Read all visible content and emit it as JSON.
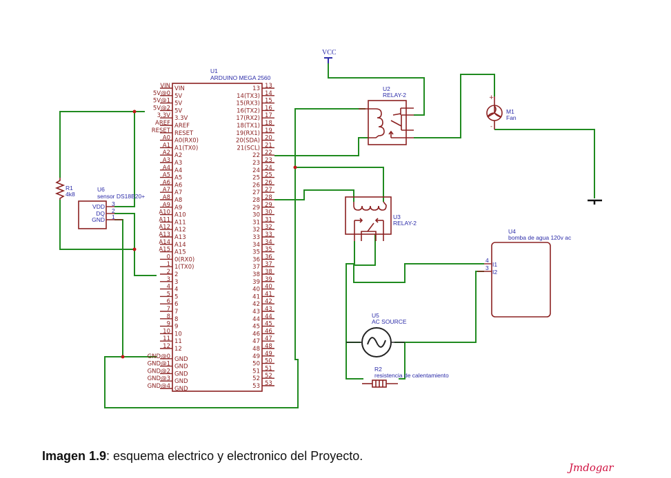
{
  "figure": {
    "caption_label": "Imagen 1.9",
    "caption_text": ": esquema electrico y electronico del Proyecto.",
    "signature": "Jmdogar"
  },
  "colors": {
    "wire": "#1f8a1f",
    "component": "#8b2020",
    "reference_text": "#2b2ba8",
    "junction": "#c01818"
  },
  "power": {
    "vcc_label": "VCC"
  },
  "u1": {
    "ref": "U1",
    "name": "ARDUINO MEGA 2560",
    "left_pins": [
      {
        "num": "VIN",
        "label": "VIN"
      },
      {
        "num": "5V@0",
        "label": "5V"
      },
      {
        "num": "5V@1",
        "label": "5V"
      },
      {
        "num": "5V@2",
        "label": "5V"
      },
      {
        "num": "3.3V",
        "label": "3.3V"
      },
      {
        "num": "AREF",
        "label": "AREF"
      },
      {
        "num": "RESET",
        "label": "RESET"
      },
      {
        "num": "A0",
        "label": "A0(RX0)"
      },
      {
        "num": "A1",
        "label": "A1(TX0)"
      },
      {
        "num": "A2",
        "label": "A2"
      },
      {
        "num": "A3",
        "label": "A3"
      },
      {
        "num": "A4",
        "label": "A4"
      },
      {
        "num": "A5",
        "label": "A5"
      },
      {
        "num": "A6",
        "label": "A6"
      },
      {
        "num": "A7",
        "label": "A7"
      },
      {
        "num": "A8",
        "label": "A8"
      },
      {
        "num": "A9",
        "label": "A9"
      },
      {
        "num": "A10",
        "label": "A10"
      },
      {
        "num": "A11",
        "label": "A11"
      },
      {
        "num": "A12",
        "label": "A12"
      },
      {
        "num": "A13",
        "label": "A13"
      },
      {
        "num": "A14",
        "label": "A14"
      },
      {
        "num": "A15",
        "label": "A15"
      },
      {
        "num": "0",
        "label": "0(RX0)"
      },
      {
        "num": "1",
        "label": "1(TX0)"
      },
      {
        "num": "2",
        "label": "2"
      },
      {
        "num": "3",
        "label": "3"
      },
      {
        "num": "4",
        "label": "4"
      },
      {
        "num": "5",
        "label": "5"
      },
      {
        "num": "6",
        "label": "6"
      },
      {
        "num": "7",
        "label": "7"
      },
      {
        "num": "8",
        "label": "8"
      },
      {
        "num": "9",
        "label": "9"
      },
      {
        "num": "10",
        "label": "10"
      },
      {
        "num": "11",
        "label": "11"
      },
      {
        "num": "12",
        "label": "12"
      },
      {
        "num": "GND@0",
        "label": "GND"
      },
      {
        "num": "GND@1",
        "label": "GND"
      },
      {
        "num": "GND@2",
        "label": "GND"
      },
      {
        "num": "GND@3",
        "label": "GND"
      },
      {
        "num": "GND@4",
        "label": "GND"
      }
    ],
    "right_pins": [
      {
        "num": "13",
        "label": "13"
      },
      {
        "num": "14",
        "label": "14(TX3)"
      },
      {
        "num": "15",
        "label": "15(RX3)"
      },
      {
        "num": "16",
        "label": "16(TX2)"
      },
      {
        "num": "17",
        "label": "17(RX2)"
      },
      {
        "num": "18",
        "label": "18(TX1)"
      },
      {
        "num": "19",
        "label": "19(RX1)"
      },
      {
        "num": "20",
        "label": "20(SDA)"
      },
      {
        "num": "21",
        "label": "21(SCL)"
      },
      {
        "num": "22",
        "label": "22"
      },
      {
        "num": "23",
        "label": "23"
      },
      {
        "num": "24",
        "label": "24"
      },
      {
        "num": "25",
        "label": "25"
      },
      {
        "num": "26",
        "label": "26"
      },
      {
        "num": "27",
        "label": "27"
      },
      {
        "num": "28",
        "label": "28"
      },
      {
        "num": "29",
        "label": "29"
      },
      {
        "num": "30",
        "label": "30"
      },
      {
        "num": "31",
        "label": "31"
      },
      {
        "num": "32",
        "label": "32"
      },
      {
        "num": "33",
        "label": "33"
      },
      {
        "num": "34",
        "label": "34"
      },
      {
        "num": "35",
        "label": "35"
      },
      {
        "num": "36",
        "label": "36"
      },
      {
        "num": "37",
        "label": "37"
      },
      {
        "num": "38",
        "label": "38"
      },
      {
        "num": "39",
        "label": "39"
      },
      {
        "num": "40",
        "label": "40"
      },
      {
        "num": "41",
        "label": "41"
      },
      {
        "num": "42",
        "label": "42"
      },
      {
        "num": "43",
        "label": "43"
      },
      {
        "num": "44",
        "label": "44"
      },
      {
        "num": "45",
        "label": "45"
      },
      {
        "num": "46",
        "label": "46"
      },
      {
        "num": "47",
        "label": "47"
      },
      {
        "num": "48",
        "label": "48"
      },
      {
        "num": "49",
        "label": "49"
      },
      {
        "num": "50",
        "label": "50"
      },
      {
        "num": "51",
        "label": "51"
      },
      {
        "num": "52",
        "label": "52"
      },
      {
        "num": "53",
        "label": "53"
      }
    ]
  },
  "r1": {
    "ref": "R1",
    "value": "4k8"
  },
  "u6": {
    "ref": "U6",
    "name": "sensor DS18B20+",
    "pins": [
      {
        "label": "VDD",
        "num": "3"
      },
      {
        "label": "DQ",
        "num": "2"
      },
      {
        "label": "GND",
        "num": "1"
      }
    ]
  },
  "u2": {
    "ref": "U2",
    "name": "RELAY-2"
  },
  "u3": {
    "ref": "U3",
    "name": "RELAY-2"
  },
  "m1": {
    "ref": "M1",
    "name": "Fan",
    "pin_plus": "+",
    "pin_minus": "-"
  },
  "u4": {
    "ref": "U4",
    "name": "bomba de agua 120v ac",
    "pins": [
      {
        "label": "I1",
        "num": "4"
      },
      {
        "label": "I2",
        "num": "3"
      }
    ]
  },
  "u5": {
    "ref": "U5",
    "name": "AC SOURCE"
  },
  "r2": {
    "ref": "R2",
    "name": "resistencia de calentamiento"
  }
}
